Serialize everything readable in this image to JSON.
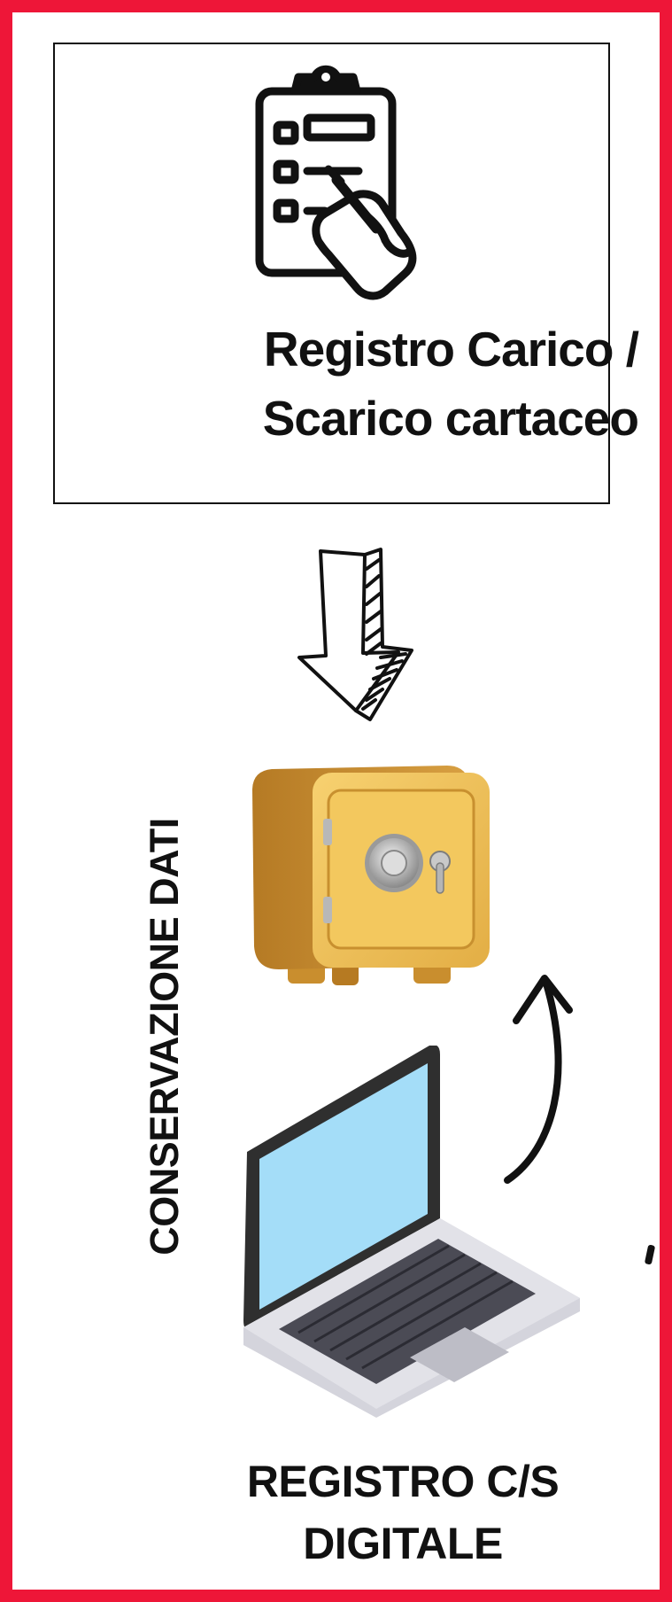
{
  "colors": {
    "accent": "#EE1638",
    "ink": "#111111",
    "safe_gold": "#E0A83A",
    "screen_blue": "#A4DDF8",
    "laptop_body": "#D9D9E0"
  },
  "paper_register": {
    "icon": "clipboard-checklist-hand-icon",
    "title_line1": "Registro Carico /",
    "title_line2": "Scarico cartaceo"
  },
  "flow_arrow": {
    "icon": "hand-drawn-arrow-down-icon"
  },
  "storage": {
    "icon": "safe-icon",
    "label": "CONSERVAZIONE DATI"
  },
  "digital_register": {
    "icon": "laptop-icon",
    "arrow_icon": "curved-arrow-up-icon",
    "title_line1": "REGISTRO C/S",
    "title_line2": "DIGITALE"
  }
}
